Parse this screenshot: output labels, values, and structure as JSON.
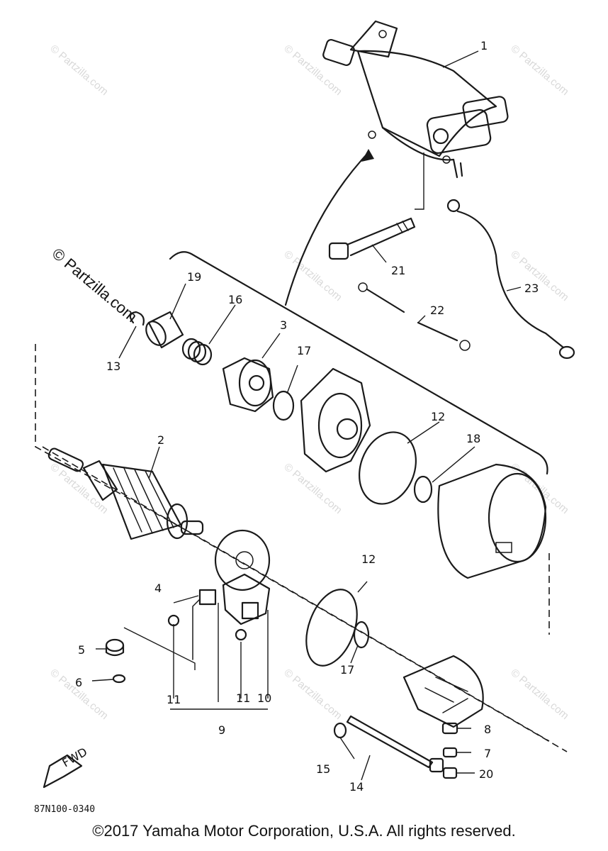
{
  "watermark_text": "© Partzilla.com",
  "diagram_code": "87N100-0340",
  "fwd_label": "FWD",
  "copyright": "©2017 Yamaha Motor Corporation, U.S.A. All rights reserved.",
  "callouts": [
    "1",
    "2",
    "3",
    "4",
    "5",
    "6",
    "7",
    "8",
    "9",
    "10",
    "11",
    "11",
    "12",
    "12",
    "13",
    "14",
    "15",
    "16",
    "17",
    "17",
    "18",
    "19",
    "20",
    "21",
    "22",
    "23"
  ]
}
